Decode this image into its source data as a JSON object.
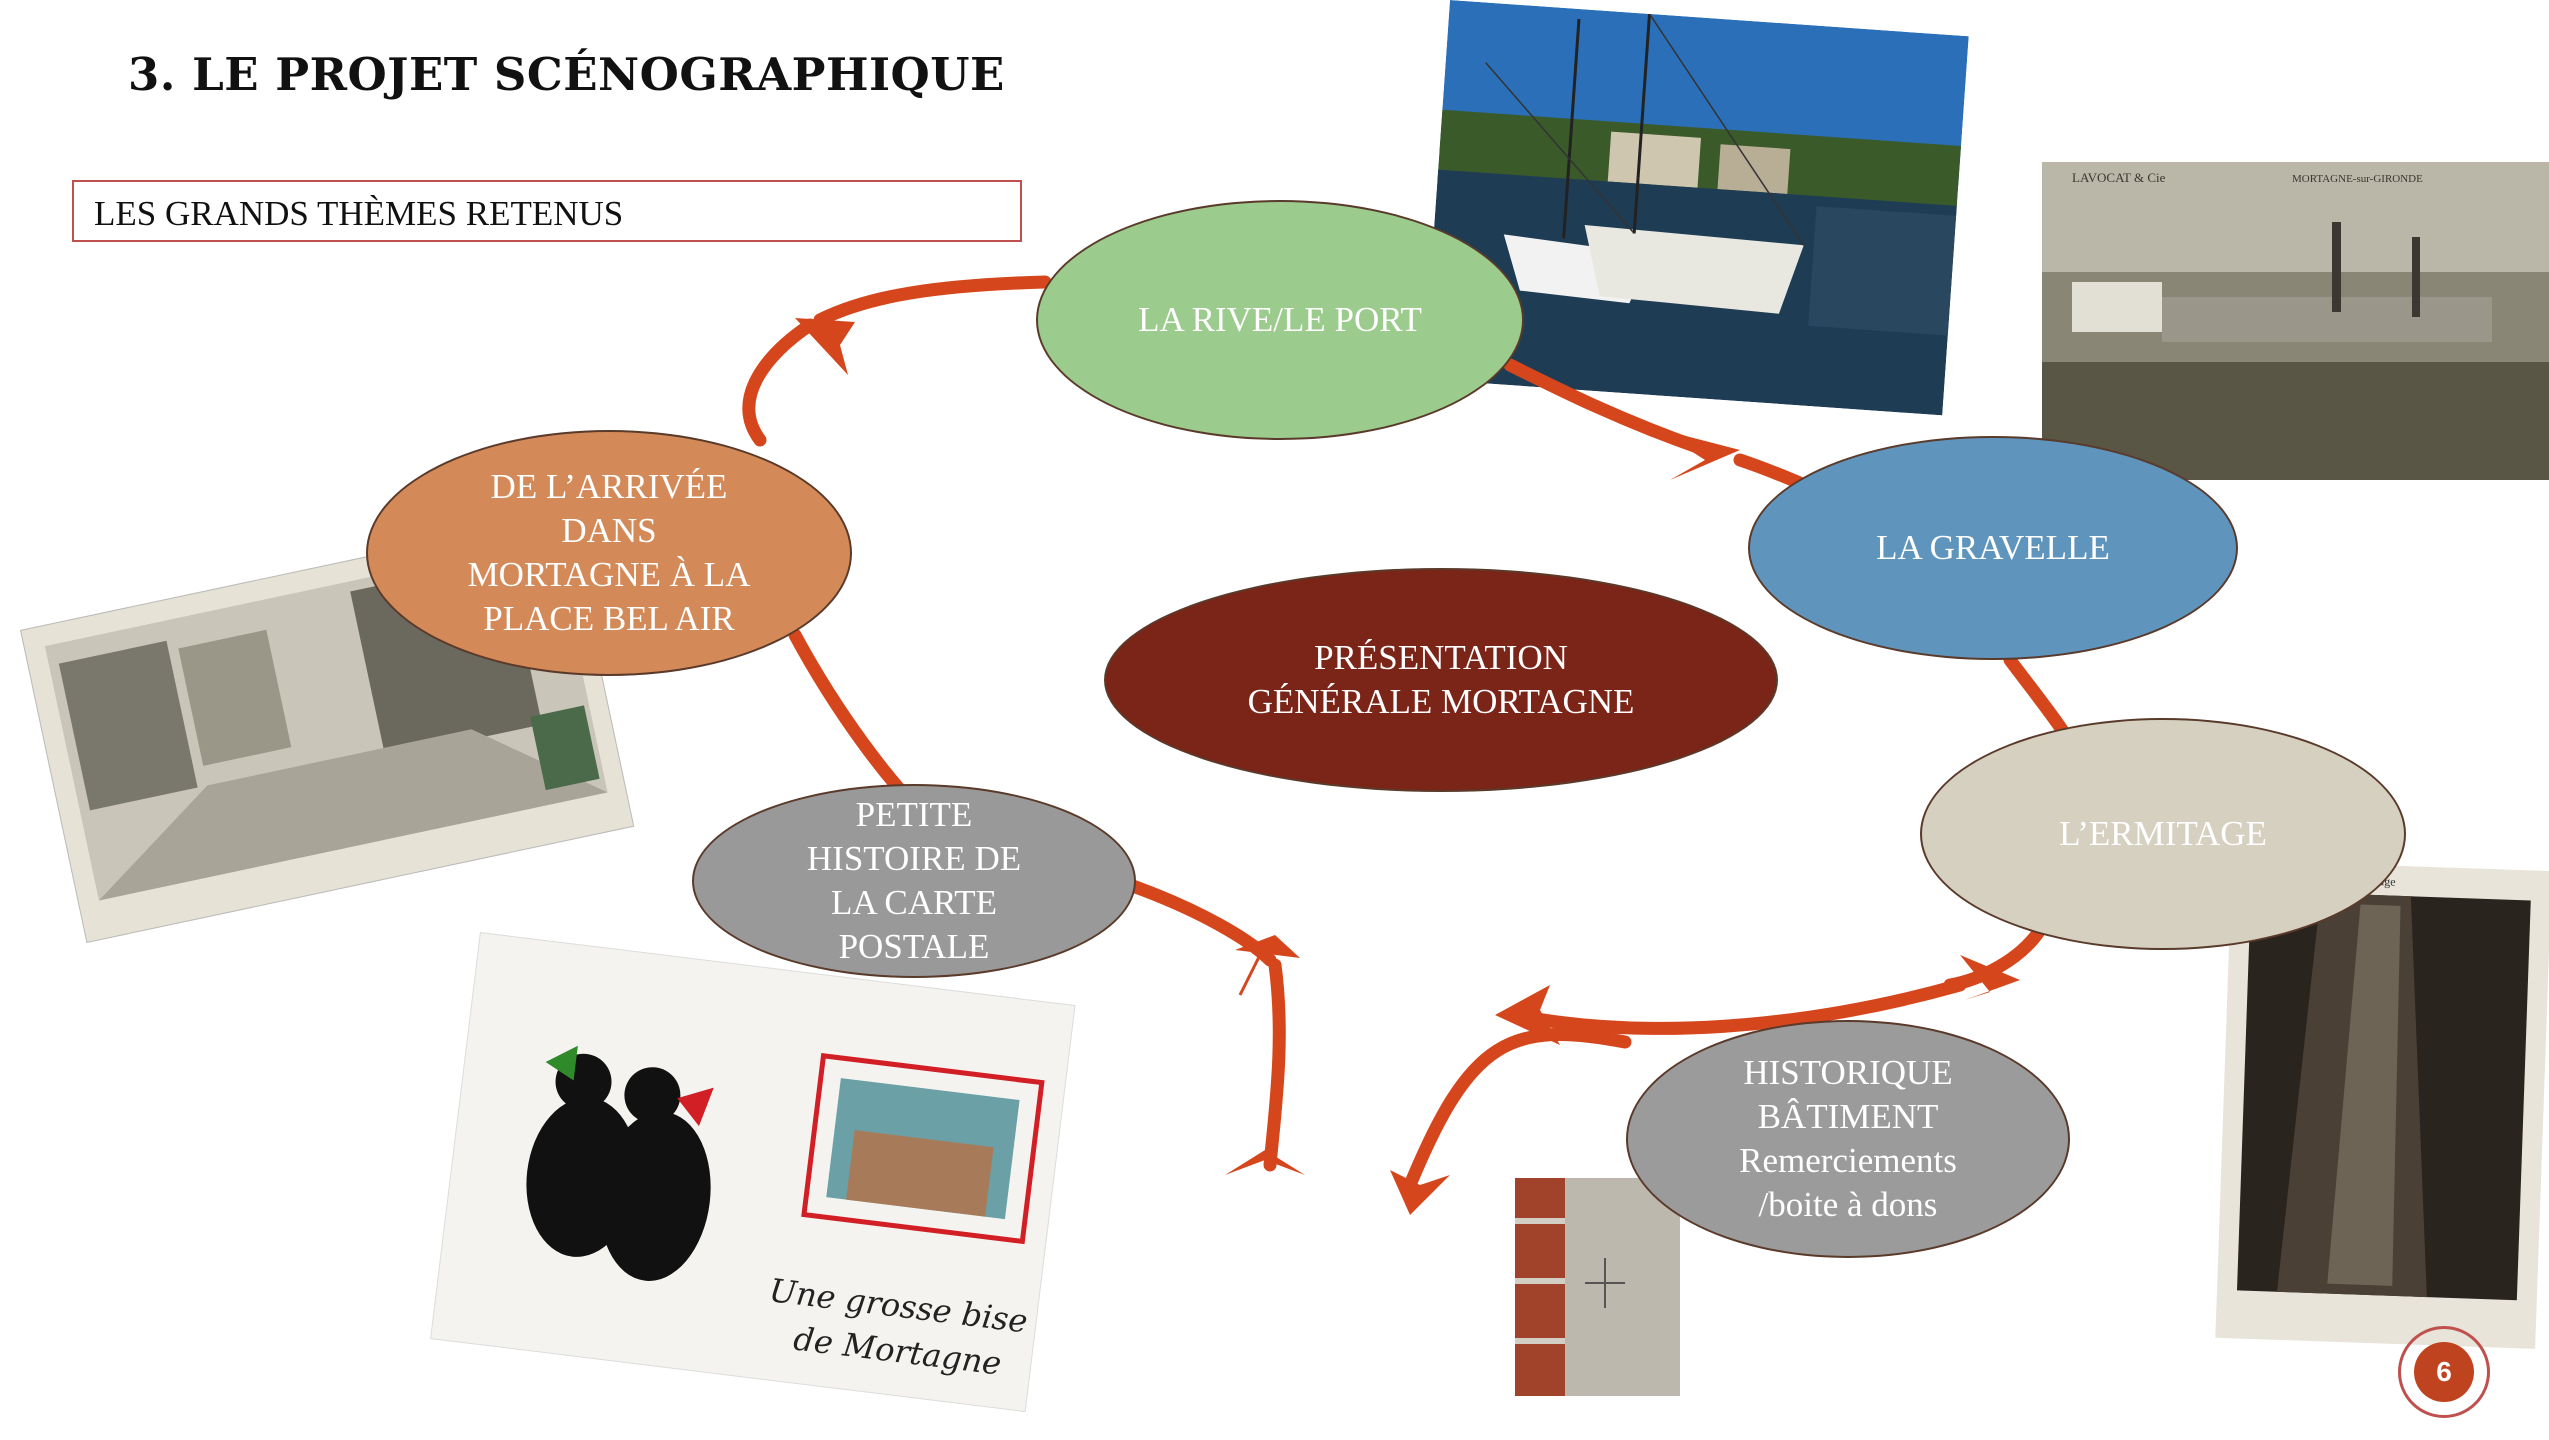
{
  "slide": {
    "title": "3. LE PROJET SCÉNOGRAPHIQUE",
    "subtitle": "LES GRANDS THÈMES RETENUS",
    "page_number": "6"
  },
  "colors": {
    "arrow": "#d6461c",
    "rive": "#9ccb8e",
    "gravelle": "#5f95bd",
    "ermitage": "#d6d0c1",
    "historique": "#9b9b9b",
    "carte": "#999999",
    "arrivee": "#d48a58",
    "center": "#7b2418"
  },
  "nodes": {
    "rive": "LA RIVE/LE PORT",
    "gravelle": "LA GRAVELLE",
    "ermitage": "L’ERMITAGE",
    "historique": "HISTORIQUE\nBÂTIMENT\nRemerciements\n/boite à dons",
    "carte": "PETITE\nHISTOIRE DE\nLA CARTE\nPOSTALE",
    "arrivee": "DE L’ARRIVÉE\nDANS\nMORTAGNE À LA\nPLACE BEL AIR",
    "center": "PRÉSENTATION\nGÉNÉRALE MORTAGNE"
  },
  "photos": {
    "harbor": "harbor-photo",
    "factory": "factory-postcard",
    "street": "street-postcard",
    "cats": "cats-postcard",
    "stone": "stone-wall-photo",
    "staircase": "staircase-postcard"
  }
}
